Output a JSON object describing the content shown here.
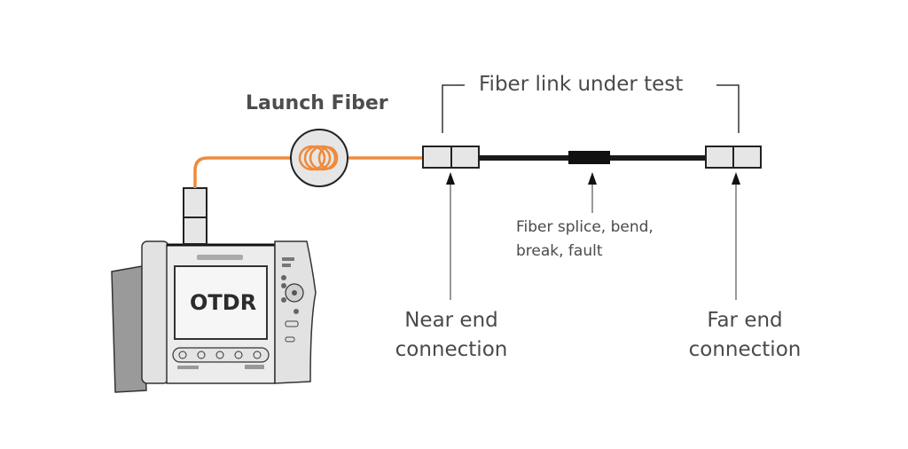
{
  "diagram": {
    "launch_fiber_label": "Launch Fiber",
    "link_label": "Fiber link under test",
    "device_label": "OTDR",
    "event_label_line1": "Fiber splice, bend,",
    "event_label_line2": "break, fault",
    "near_end_line1": "Near end",
    "near_end_line2": "connection",
    "far_end_line1": "Far end",
    "far_end_line2": "connection"
  },
  "colors": {
    "launch_fiber": "#f08a3a",
    "fiber_link": "#1a1a1a",
    "connector_fill": "#e6e6e6",
    "device_body": "#e8e8e8",
    "text": "#4a4a4a"
  }
}
